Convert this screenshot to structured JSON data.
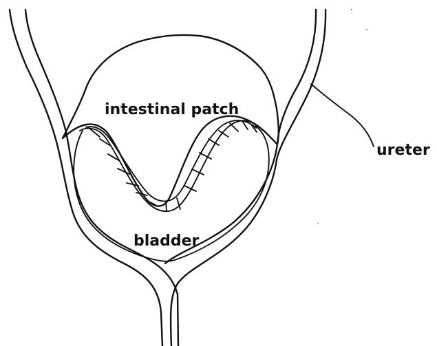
{
  "labels": {
    "intestinal_patch": "intestinal patch",
    "ureter": "ureter",
    "bladder": "bladder"
  },
  "colors": {
    "line": "#111111",
    "background": "#ffffff"
  }
}
